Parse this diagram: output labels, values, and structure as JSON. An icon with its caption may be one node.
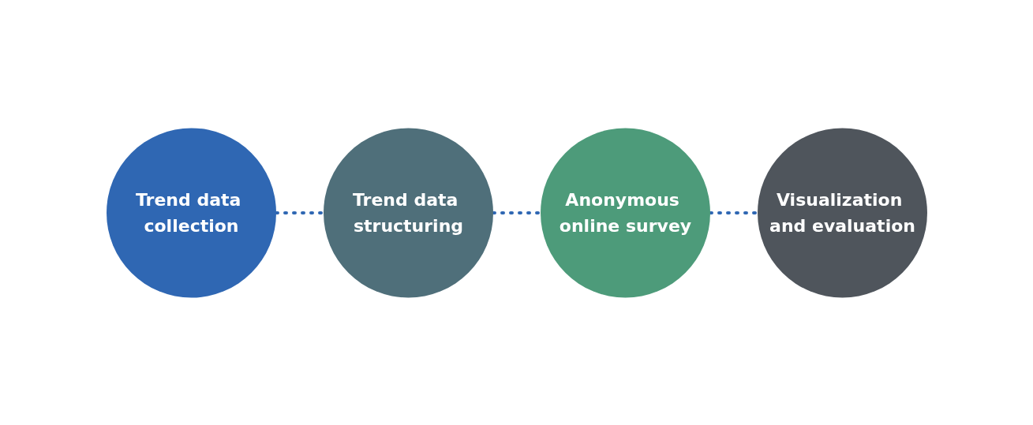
{
  "diagram": {
    "nodes": [
      {
        "text": [
          "Trend data collection"
        ]
      },
      {
        "text": [
          "Trend data structuring"
        ]
      },
      {
        "text": [
          "Anonymous online survey"
        ]
      },
      {
        "text": [
          "Visualization and evaluation"
        ]
      }
    ],
    "edges": [
      {
        "from": 0,
        "to": 1,
        "arrow": "none",
        "style": "dashed"
      },
      {
        "from": 1,
        "to": 2,
        "arrow": "none",
        "style": "dashed"
      },
      {
        "from": 2,
        "to": 3,
        "arrow": "none",
        "style": "dashed"
      }
    ]
  }
}
